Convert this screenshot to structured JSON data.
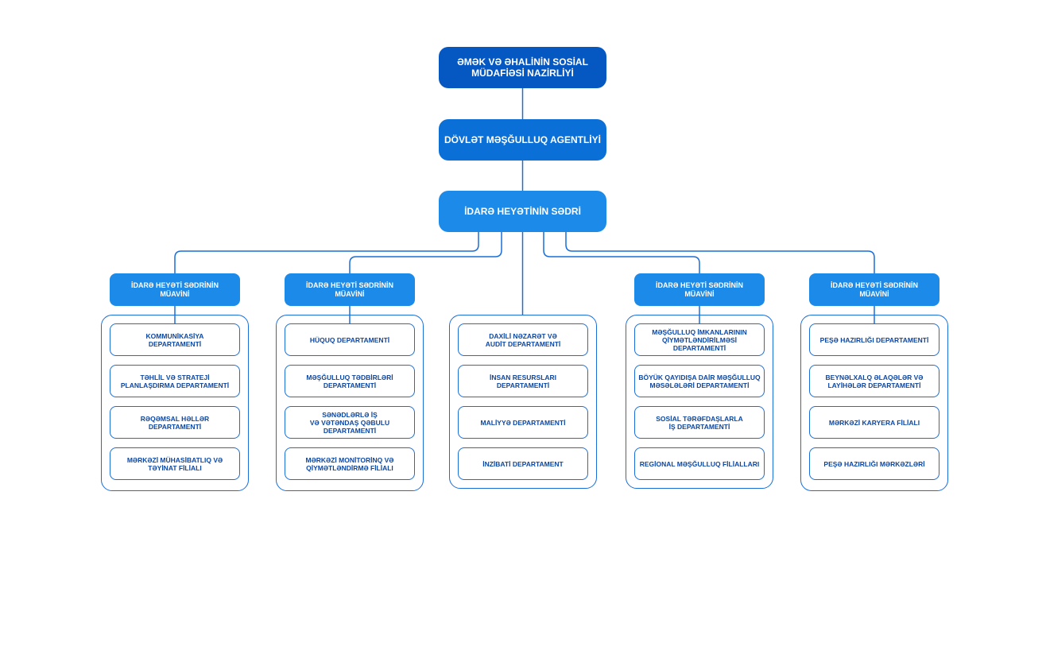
{
  "top": [
    {
      "label": "ƏMƏK VƏ ƏHALİNİN SOSİAL\nMÜDAFİƏSİ NAZİRLİYİ"
    },
    {
      "label": "DÖVLƏT MƏŞĞULLUQ AGENTLİYİ"
    },
    {
      "label": "İDARƏ HEYƏTİNİN SƏDRİ"
    }
  ],
  "deputy_label": "İDARƏ HEYƏTİ SƏDRİNİN\nMÜAVİNİ",
  "columns": [
    {
      "has_deputy": true,
      "items": [
        "KOMMUNİKASİYA\nDEPARTAMENTİ",
        "TƏHLİL VƏ STRATEJİ\nPLANLAŞDIRMA DEPARTAMENTİ",
        "RƏQƏMSAL HƏLLƏR\nDEPARTAMENTİ",
        "MƏRKƏZİ MÜHASİBATLIQ VƏ\nTƏYİNAT FİLİALI"
      ]
    },
    {
      "has_deputy": true,
      "items": [
        "HÜQUQ DEPARTAMENTİ",
        "MƏŞĞULLUQ TƏDBİRLƏRİ\nDEPARTAMENTİ",
        "SƏNƏDLƏRLƏ İŞ\nVƏ VƏTƏNDAŞ QƏBULU\nDEPARTAMENTİ",
        "MƏRKƏZİ MONİTORİNQ VƏ\nQİYMƏTLƏNDİRMƏ FİLİALI"
      ]
    },
    {
      "has_deputy": false,
      "items": [
        "DAXİLİ NƏZARƏT VƏ\nAUDİT DEPARTAMENTİ",
        "İNSAN RESURSLARI\nDEPARTAMENTİ",
        "MALİYYƏ DEPARTAMENTİ",
        "İNZİBATİ DEPARTAMENT"
      ]
    },
    {
      "has_deputy": true,
      "items": [
        "MƏŞĞULLUQ İMKANLARININ\nQİYMƏTLƏNDİRİLMƏSİ\nDEPARTAMENTİ",
        "BÖYÜK QAYIDIŞA DAİR MƏŞĞULLUQ\nMƏSƏLƏLƏRİ DEPARTAMENTİ",
        "SOSİAL TƏRƏFDAŞLARLA\nİŞ DEPARTAMENTİ",
        "REGİONAL MƏŞĞULLUQ FİLİALLARI"
      ]
    },
    {
      "has_deputy": true,
      "items": [
        "PEŞƏ HAZIRLIĞI DEPARTAMENTİ",
        "BEYNƏLXALQ ƏLAQƏLƏR VƏ\nLAYİHƏLƏR DEPARTAMENTİ",
        "MƏRKƏZİ KARYERA FİLİALI",
        "PEŞƏ HAZIRLIĞI MƏRKƏZLƏRİ"
      ]
    }
  ],
  "colors": {
    "line": "#1a6ed8",
    "box1": "#0557c2",
    "box2": "#0a6fd6",
    "box3": "#1b8ae8",
    "text_dark": "#0d47a1"
  }
}
